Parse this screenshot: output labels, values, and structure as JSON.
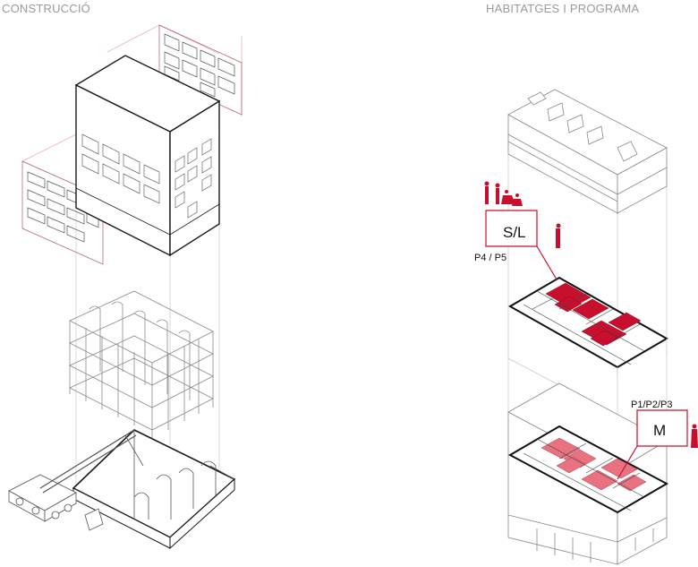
{
  "headings": {
    "left": "CONSTRUCCIÓ",
    "right": "HABITATGES I PROGRAMA"
  },
  "unit_types": [
    {
      "code": "S/L",
      "floors": "P4 / P5"
    },
    {
      "code": "M",
      "floors": "P1/P2/P3"
    }
  ],
  "colors": {
    "accent_red": "#c8102e",
    "line": "#1a1a1a",
    "light_line": "#c9c9c9",
    "guide_red": "#e8a0a8",
    "heading_grey": "#9a9a9a"
  }
}
